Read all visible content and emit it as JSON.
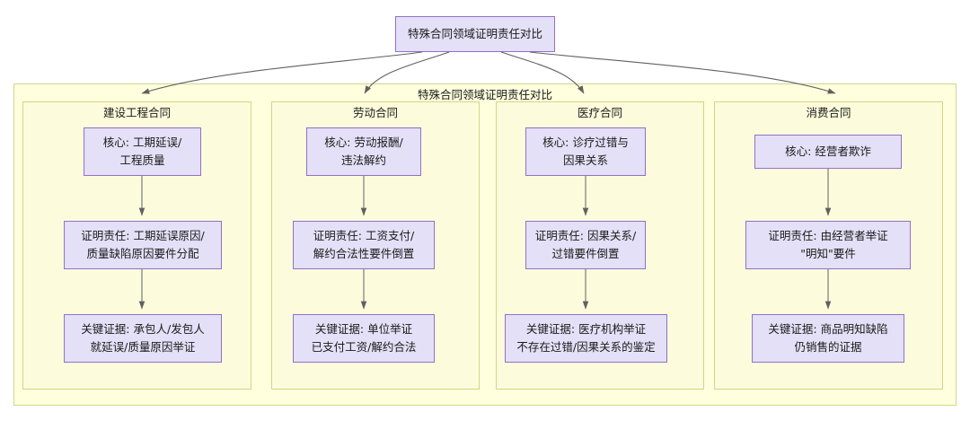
{
  "diagram": {
    "type": "flowchart",
    "title": "特殊合同领域证明责任对比",
    "root_node": {
      "label": "特殊合同领域证明责任对比"
    },
    "container_label": "特殊合同领域证明责任对比",
    "columns": [
      {
        "title": "建设工程合同",
        "nodes": [
          {
            "role": "core",
            "label": "核心:  工期延误/\n工程质量"
          },
          {
            "role": "burden",
            "label": "证明责任:  工期延误原因/\n质量缺陷原因要件分配"
          },
          {
            "role": "evidence",
            "label": "关键证据:  承包人/发包人\n就延误/质量原因举证"
          }
        ]
      },
      {
        "title": "劳动合同",
        "nodes": [
          {
            "role": "core",
            "label": "核心:  劳动报酬/\n违法解约"
          },
          {
            "role": "burden",
            "label": "证明责任:  工资支付/\n解约合法性要件倒置"
          },
          {
            "role": "evidence",
            "label": "关键证据:  单位举证\n已支付工资/解约合法"
          }
        ]
      },
      {
        "title": "医疗合同",
        "nodes": [
          {
            "role": "core",
            "label": "核心:  诊疗过错与\n因果关系"
          },
          {
            "role": "burden",
            "label": "证明责任:  因果关系/\n过错要件倒置"
          },
          {
            "role": "evidence",
            "label": "关键证据:  医疗机构举证\n不存在过错/因果关系的鉴定"
          }
        ]
      },
      {
        "title": "消费合同",
        "nodes": [
          {
            "role": "core",
            "label": "核心:  经营者欺诈"
          },
          {
            "role": "burden",
            "label": "证明责任:  由经营者举证\n\"明知\"要件"
          },
          {
            "role": "evidence",
            "label": "关键证据:  商品明知缺陷\n仍销售的证据"
          }
        ]
      }
    ],
    "colors": {
      "node_fill": "#E4E0F7",
      "node_border": "#9370C8",
      "outer_container_fill": "#FFFFDE",
      "cluster_fill": "#FCFCDC",
      "container_border": "#D4D48A",
      "edge": "#707070",
      "text": "#1a1a1a"
    }
  }
}
